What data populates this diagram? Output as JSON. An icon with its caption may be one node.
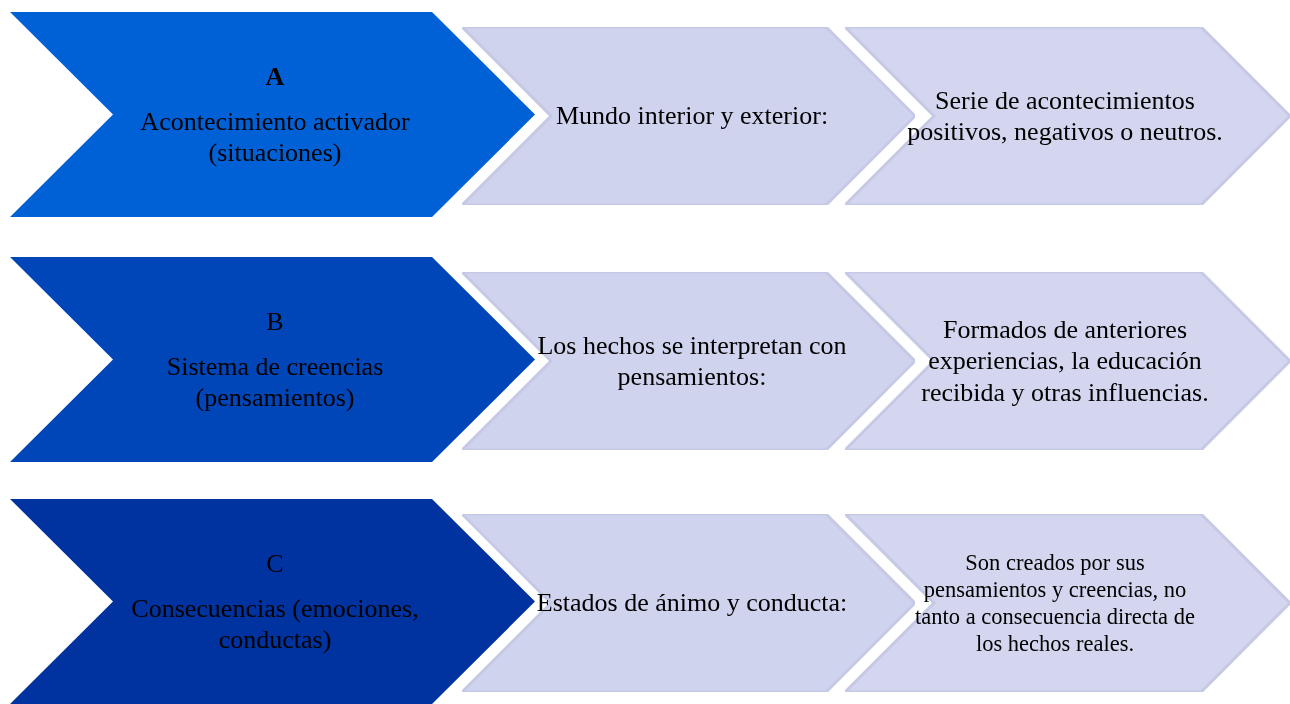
{
  "diagram": {
    "nodes": [
      {
        "text": [
          "A",
          "Acontecimiento activador (situaciones)"
        ]
      },
      {
        "text": [
          "Mundo interior y exterior:"
        ]
      },
      {
        "text": [
          "Serie de acontecimientos positivos, negativos o neutros."
        ]
      },
      {
        "text": [
          "B",
          "Sistema de creencias (pensamientos)"
        ]
      },
      {
        "text": [
          "Los hechos se interpretan con pensamientos:"
        ]
      },
      {
        "text": [
          "Formados de anteriores experiencias, la educación recibida y otras influencias."
        ]
      },
      {
        "text": [
          "C",
          "Consecuencias (emociones, conductas)"
        ]
      },
      {
        "text": [
          "Estados de ánimo y conducta:"
        ]
      },
      {
        "text": [
          "Son creados por sus pensamientos y creencias, no tanto a consecuencia directa de los hechos reales."
        ]
      }
    ]
  }
}
